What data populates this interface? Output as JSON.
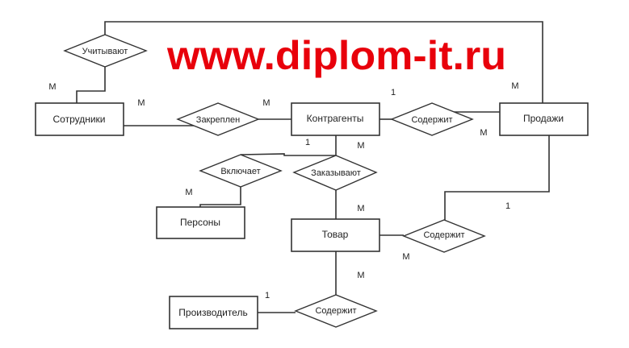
{
  "entities": {
    "employees": "Сотрудники",
    "counterparties": "Контрагенты",
    "sales": "Продажи",
    "persons": "Персоны",
    "goods": "Товар",
    "manufacturer": "Производитель"
  },
  "relationships": {
    "account": "Учитывают",
    "assigned": "Закреплен",
    "contains_sales": "Содержит",
    "includes": "Включает",
    "orders": "Заказывают",
    "contains_goods": "Содержит",
    "contains_manufacturer": "Содержит"
  },
  "cardinalities": [
    "М",
    "М",
    "М",
    "1",
    "М",
    "М",
    "1",
    "М",
    "М",
    "М",
    "1",
    "М",
    "М",
    "1"
  ],
  "watermark": "www.diplom-it.ru",
  "watermark_color": "#e8000b"
}
